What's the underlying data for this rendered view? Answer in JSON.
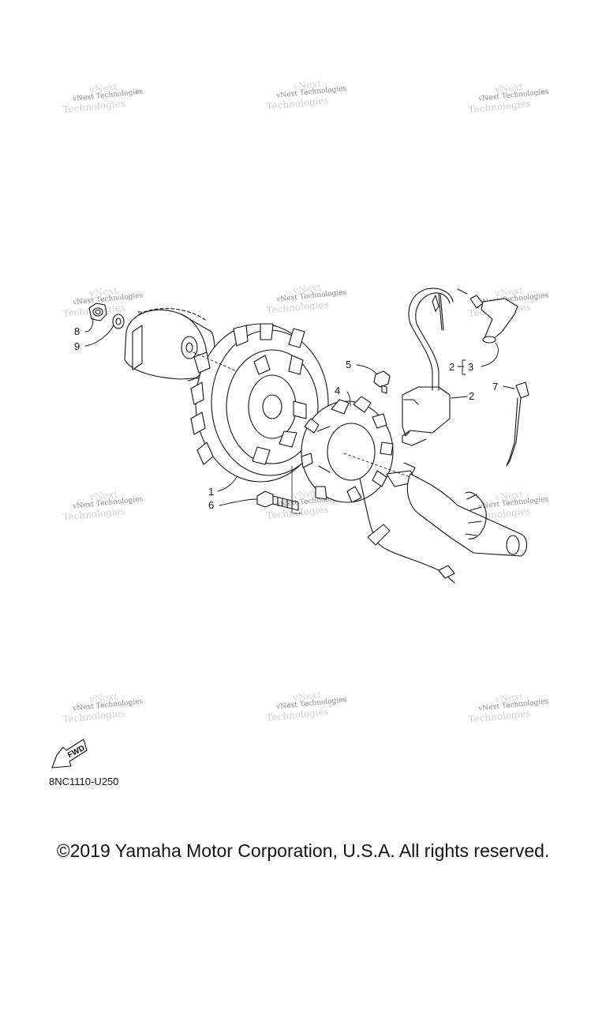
{
  "watermarks": [
    {
      "text": "vNext Technologies"
    },
    {
      "text": "vNext Technologies"
    },
    {
      "text": "vNext Technologies"
    },
    {
      "text": "vNext Technologies"
    },
    {
      "text": "vNext Technologies"
    },
    {
      "text": "vNext Technologies"
    },
    {
      "text": "vNext Technologies"
    },
    {
      "text": "vNext Technologies"
    },
    {
      "text": "vNext Technologies"
    },
    {
      "text": "vNext Technologies"
    },
    {
      "text": "vNext Technologies"
    },
    {
      "text": "vNext Technologies"
    }
  ],
  "callouts": {
    "c1": "1",
    "c2a": "2",
    "c2b": "2",
    "c3": "3",
    "c4": "4",
    "c5": "5",
    "c6": "6",
    "c7": "7",
    "c8": "8",
    "c9": "9"
  },
  "fwd_label": "FWD",
  "part_code": "8NC1110-U250",
  "copyright": "©2019 Yamaha Motor Corporation, U.S.A. All rights reserved."
}
